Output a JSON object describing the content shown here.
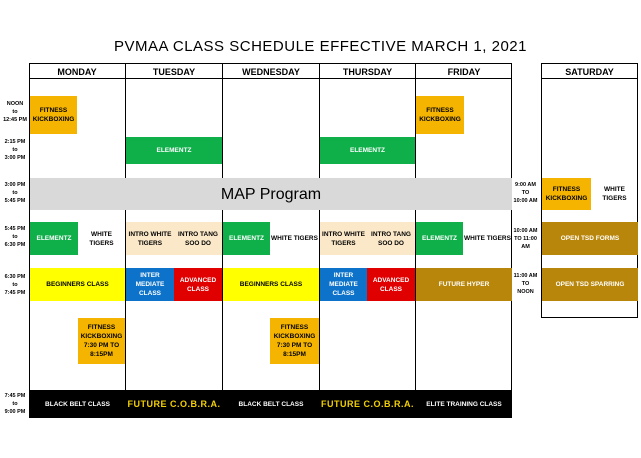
{
  "title": "PVMAA  CLASS  SCHEDULE  EFFECTIVE  MARCH 1, 2021",
  "days": [
    "MONDAY",
    "TUESDAY",
    "WEDNESDAY",
    "THURSDAY",
    "FRIDAY",
    "SATURDAY"
  ],
  "times": [
    {
      "a": "NOON",
      "b": "to",
      "c": "12:45 PM"
    },
    {
      "a": "2:15 PM",
      "b": "to",
      "c": "3:00 PM"
    },
    {
      "a": "3:00 PM",
      "b": "to",
      "c": "5:45 PM"
    },
    {
      "a": "5:45 PM",
      "b": "to",
      "c": "6:30 PM"
    },
    {
      "a": "6:30 PM",
      "b": "to",
      "c": "7:45 PM"
    },
    {
      "a": "7:45 PM",
      "b": "to",
      "c": "9:00 PM"
    }
  ],
  "saturday_times": [
    {
      "a": "9:00 AM",
      "b": "TO",
      "c": "10:00 AM"
    },
    {
      "a": "10:00 AM",
      "b": "TO 11:00",
      "c": "AM"
    },
    {
      "a": "11:00 AM",
      "b": "TO",
      "c": "NOON"
    }
  ],
  "blocks": {
    "mon_fitness": "FITNESS KICKBOXING",
    "fri_fitness": "FITNESS KICKBOXING",
    "tue_elementz": "ELEMENTZ",
    "thu_elementz": "ELEMENTZ",
    "map_program": "MAP Program",
    "sat_fitness": "FITNESS KICKBOXING",
    "sat_white_tigers": "WHITE TIGERS",
    "mon_elementz": "ELEMENTZ",
    "mon_white_tigers": "WHITE TIGERS",
    "tue_intro_white": "INTRO WHITE TIGERS",
    "tue_intro_tang": "INTRO TANG SOO DO",
    "wed_elementz": "ELEMENTZ",
    "wed_white_tigers": "WHITE TIGERS",
    "thu_intro_white": "INTRO WHITE TIGERS",
    "thu_intro_tang": "INTRO TANG SOO DO",
    "fri_elementz": "ELEMENTZ",
    "fri_white_tigers": "WHITE TIGERS",
    "sat_tsd_forms": "OPEN TSD FORMS",
    "mon_beginners": "BEGINNERS CLASS",
    "tue_intermediate": "INTER MEDIATE CLASS",
    "tue_advanced": "ADVANCED CLASS",
    "wed_beginners": "BEGINNERS CLASS",
    "thu_intermediate": "INTER MEDIATE CLASS",
    "thu_advanced": "ADVANCED CLASS",
    "fri_future_hyper": "FUTURE HYPER",
    "sat_tsd_sparring": "OPEN TSD SPARRING",
    "mon_fitness_late": "FITNESS KICKBOXING 7:30 PM TO 8:15PM",
    "wed_fitness_late": "FITNESS KICKBOXING 7:30 PM TO 8:15PM",
    "mon_black_belt": "BLACK BELT CLASS",
    "tue_cobra": "FUTURE  C.O.B.R.A.",
    "wed_black_belt": "BLACK BELT CLASS",
    "thu_cobra": "FUTURE  C.O.B.R.A.",
    "fri_elite": "ELITE TRAINING CLASS"
  },
  "colors": {
    "orange": "#F4B400",
    "green": "#0FAF4A",
    "beige": "#FBE8C8",
    "yellow": "#FFFF00",
    "blue": "#0D72C9",
    "red": "#E00000",
    "gold": "#B8860B",
    "black": "#000000",
    "gray": "#D9D9D9"
  }
}
